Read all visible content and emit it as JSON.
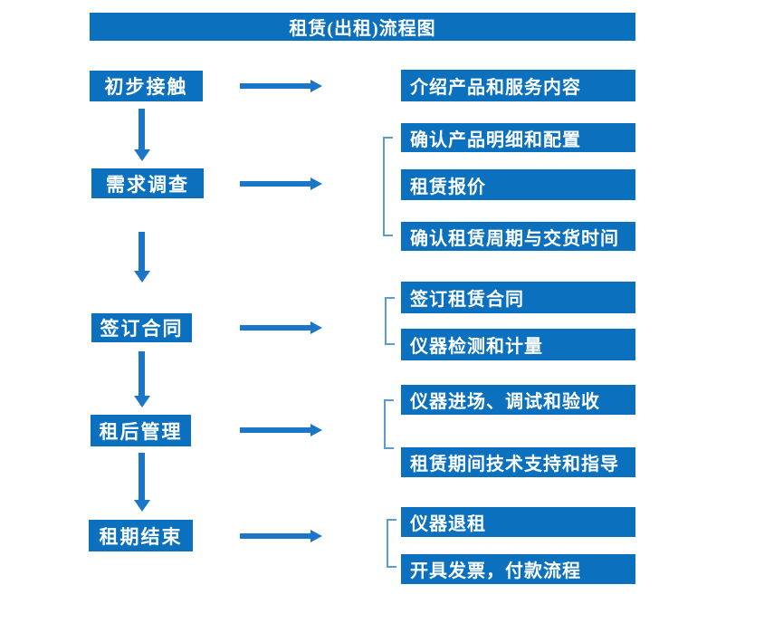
{
  "title": "租赁(出租)流程图",
  "colors": {
    "box_blue": "#0b70be",
    "arrow_blue": "#1b75c8",
    "bracket_blue": "#5b9bd5",
    "text_white": "#ffffff",
    "background": "#ffffff"
  },
  "flow": {
    "steps": [
      {
        "label": "初步接触",
        "details": [
          "介绍产品和服务内容"
        ]
      },
      {
        "label": "需求调查",
        "details": [
          "确认产品明细和配置",
          "租赁报价",
          "确认租赁周期与交货时间"
        ]
      },
      {
        "label": "签订合同",
        "details": [
          "签订租赁合同",
          "仪器检测和计量"
        ]
      },
      {
        "label": "租后管理",
        "details": [
          "仪器进场、调试和验收",
          "租赁期间技术支持和指导"
        ]
      },
      {
        "label": "租期结束",
        "details": [
          "仪器退租",
          "开具发票，付款流程"
        ]
      }
    ]
  }
}
